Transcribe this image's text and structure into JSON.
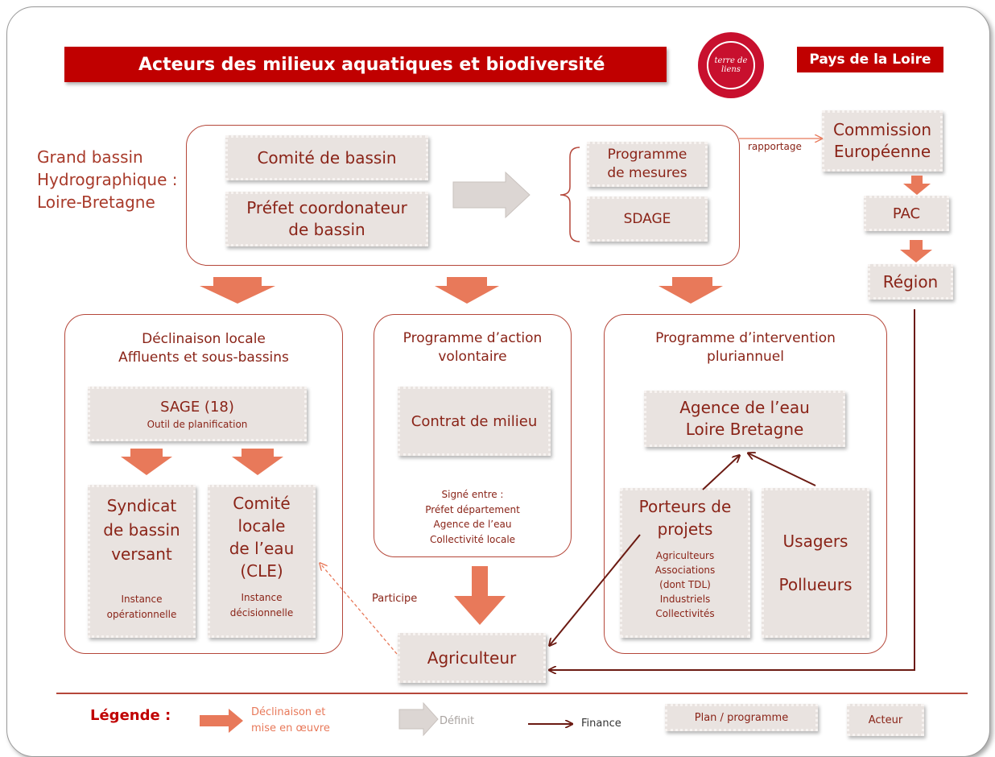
{
  "title": "Acteurs des milieux aquatiques et biodiversité",
  "logo_text": "terre de liens",
  "region_label": "Pays de la Loire",
  "bassin": {
    "label_lines": [
      "Grand bassin",
      "Hydrographique :",
      "Loire-Bretagne"
    ],
    "comite": "Comité de bassin",
    "prefet_lines": [
      "Préfet  coordonateur",
      "de bassin"
    ],
    "programme_lines": [
      "Programme",
      "de mesures"
    ],
    "sdage": "SDAGE"
  },
  "rapportage": "rapportage",
  "commission_lines": [
    "Commission",
    "Européenne"
  ],
  "pac": "PAC",
  "region_actor": "Région",
  "declinaison": {
    "title_lines": [
      "Déclinaison locale",
      "Affluents et sous-bassins"
    ],
    "sage_title": "SAGE (18)",
    "sage_sub": "Outil de planification",
    "syndicat_lines": [
      "Syndicat",
      "de bassin",
      "versant"
    ],
    "syndicat_sub_lines": [
      "Instance",
      "opérationnelle"
    ],
    "comite_lines": [
      "Comité",
      "locale",
      "de l’eau",
      "(CLE)"
    ],
    "comite_sub_lines": [
      "Instance",
      "décisionnelle"
    ]
  },
  "action": {
    "title_lines": [
      "Programme d’action",
      "volontaire"
    ],
    "contrat": "Contrat de milieu",
    "signe_lines": [
      "Signé entre :",
      "Préfet département",
      "Agence de l’eau",
      "Collectivité locale"
    ]
  },
  "intervention": {
    "title_lines": [
      "Programme d’intervention",
      "pluriannuel"
    ],
    "agence_lines": [
      "Agence de l’eau",
      "Loire Bretagne"
    ],
    "porteurs_lines": [
      "Porteurs de",
      "projets"
    ],
    "porteurs_list": [
      "Agriculteurs",
      "Associations",
      "(dont TDL)",
      "Industriels",
      "Collectivités"
    ],
    "usagers_lines": [
      "Usagers",
      "Pollueurs"
    ]
  },
  "participe": "Participe",
  "agriculteur": "Agriculteur",
  "legend": {
    "title": "Légende :",
    "declinaison_lines": [
      "Déclinaison et",
      "mise en œuvre"
    ],
    "definit": "Définit",
    "finance": "Finance",
    "plan": "Plan / programme",
    "acteur": "Acteur"
  },
  "colors": {
    "title_bg": "#c00000",
    "dark_red": "#8a2418",
    "orange_arrow": "#e8795a",
    "grey_arrow": "#dcd6d3",
    "box_bg": "#e9e3e0",
    "finance_arrow": "#6b1a12"
  }
}
